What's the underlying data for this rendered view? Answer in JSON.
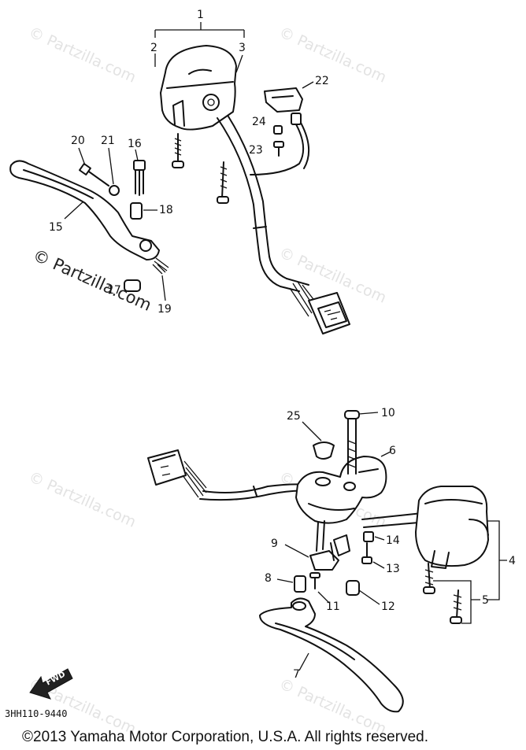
{
  "watermark": {
    "light_text": "© Partzilla.com",
    "dark_text": "© Partzilla.com"
  },
  "callouts": {
    "c1": "1",
    "c2": "2",
    "c3": "3",
    "c4": "4",
    "c5": "5",
    "c6": "6",
    "c7": "7",
    "c8": "8",
    "c9": "9",
    "c10": "10",
    "c11": "11",
    "c12": "12",
    "c13": "13",
    "c14": "14",
    "c15": "15",
    "c16": "16",
    "c17": "17",
    "c18": "18",
    "c19": "19",
    "c20": "20",
    "c21": "21",
    "c22": "22",
    "c23": "23",
    "c24": "24",
    "c25": "25"
  },
  "fwd_label": "FWD",
  "diagram_code": "3HH110-9440",
  "copyright": "©2013 Yamaha Motor Corporation, U.S.A. All rights reserved."
}
